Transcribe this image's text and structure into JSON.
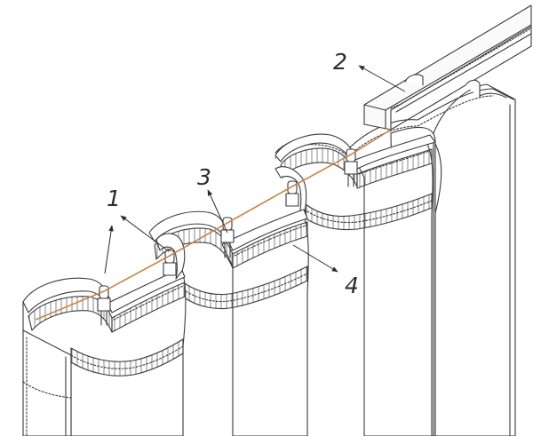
{
  "callouts": {
    "cord_label": "1",
    "track_label": "2",
    "glider_label": "3",
    "tape_label": "4"
  },
  "colors": {
    "line": "#3a3a3a",
    "cord": "#c8874a",
    "fabric": "#ffffff",
    "tape": "#f4f4f4",
    "track": "#fafafa"
  }
}
